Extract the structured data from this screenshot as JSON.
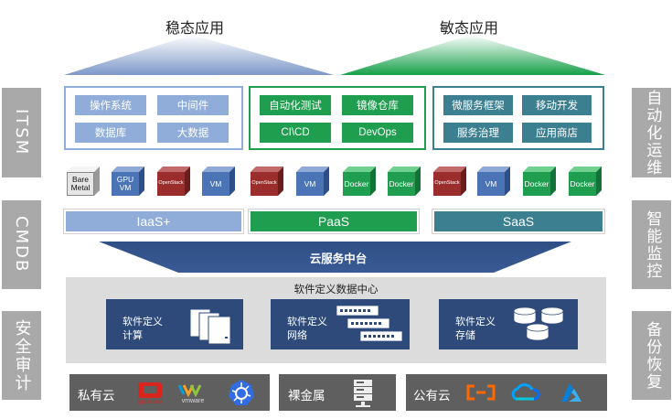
{
  "headings": {
    "stable": "稳态应用",
    "agile": "敏态应用"
  },
  "left_side": [
    "ITSM",
    "CMDB",
    "安全审计"
  ],
  "right_side": [
    "自动化运维",
    "智能监控",
    "备份恢复"
  ],
  "app_groups": [
    {
      "items": [
        "操作系统",
        "中间件",
        "数据库",
        "大数据"
      ],
      "color": "#8fadd8",
      "border": "#8fadd8"
    },
    {
      "items": [
        "自动化测试",
        "镜像仓库",
        "CI\\CD",
        "DevOps"
      ],
      "color": "#1f9e4f",
      "border": "#1f9e4f"
    },
    {
      "items": [
        "微服务框架",
        "移动开发",
        "服务治理",
        "应用商店"
      ],
      "color": "#3b7f91",
      "border": "#3b7f91"
    }
  ],
  "cubes": [
    {
      "label": "Bare Metal",
      "kind": "gray"
    },
    {
      "label": "GPU VM",
      "kind": "blue"
    },
    {
      "label": "OpenStack",
      "kind": "red"
    },
    {
      "label": "VM",
      "kind": "blue"
    },
    {
      "label": "OpenStack",
      "kind": "red"
    },
    {
      "label": "VM",
      "kind": "blue"
    },
    {
      "label": "Docker",
      "kind": "green"
    },
    {
      "label": "Docker",
      "kind": "green"
    },
    {
      "label": "OpenStack",
      "kind": "red"
    },
    {
      "label": "VM",
      "kind": "blue"
    },
    {
      "label": "Docker",
      "kind": "green"
    },
    {
      "label": "Docker",
      "kind": "green"
    }
  ],
  "service_bars": [
    "IaaS+",
    "PaaS",
    "SaaS"
  ],
  "cloud_middle": "云服务中台",
  "data_center": {
    "title": "软件定义数据中心",
    "compute": [
      "软件定义",
      "计算"
    ],
    "network": [
      "软件定义",
      "网络"
    ],
    "storage": [
      "软件定义",
      "存储"
    ]
  },
  "bottom": {
    "private": "私有云",
    "baremetal": "裸金属",
    "public": "公有云",
    "logo_openstack": "openstack",
    "logo_vmware": "vmware"
  },
  "colors": {
    "gray": "#a9a9a9",
    "light_blue": "#8fadd8",
    "green": "#1f9e4f",
    "teal": "#3b7f91",
    "navy": "#2e4a7a",
    "red_cube": "#9b2d2d",
    "bar_dark": "#5f5f5f"
  }
}
